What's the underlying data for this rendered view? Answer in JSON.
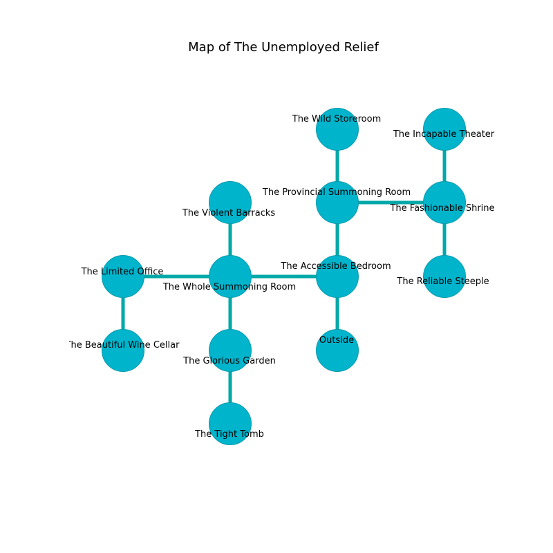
{
  "title": "Map of The Unemployed Relief",
  "colors": {
    "node_fill": "#00b4cc",
    "node_stroke": "#0a9aab",
    "edge": "#00a8a8",
    "background": "#ffffff",
    "text": "#000000"
  },
  "rooms": [
    {
      "id": "wild_storeroom",
      "name": "The Wild Storeroom"
    },
    {
      "id": "incapable_theater",
      "name": "The Incapable Theater"
    },
    {
      "id": "provincial_summoning_room",
      "name": "The Provincial Summoning Room"
    },
    {
      "id": "fashionable_shrine",
      "name": "The Fashionable Shrine"
    },
    {
      "id": "violent_barracks",
      "name": "The Violent Barracks"
    },
    {
      "id": "limited_office",
      "name": "The Limited Office"
    },
    {
      "id": "whole_summoning_room",
      "name": "The Whole Summoning Room"
    },
    {
      "id": "accessible_bedroom",
      "name": "The Accessible Bedroom"
    },
    {
      "id": "reliable_steeple",
      "name": "The Reliable Steeple"
    },
    {
      "id": "beautiful_wine_cellar",
      "name": "The Beautiful Wine Cellar"
    },
    {
      "id": "glorious_garden",
      "name": "The Glorious Garden"
    },
    {
      "id": "outside",
      "name": "Outside"
    },
    {
      "id": "tight_tomb",
      "name": "The Tight Tomb"
    }
  ],
  "connections": [
    [
      "wild_storeroom",
      "provincial_summoning_room"
    ],
    [
      "incapable_theater",
      "fashionable_shrine"
    ],
    [
      "provincial_summoning_room",
      "fashionable_shrine"
    ],
    [
      "provincial_summoning_room",
      "accessible_bedroom"
    ],
    [
      "fashionable_shrine",
      "reliable_steeple"
    ],
    [
      "violent_barracks",
      "whole_summoning_room"
    ],
    [
      "limited_office",
      "whole_summoning_room"
    ],
    [
      "limited_office",
      "beautiful_wine_cellar"
    ],
    [
      "whole_summoning_room",
      "accessible_bedroom"
    ],
    [
      "whole_summoning_room",
      "glorious_garden"
    ],
    [
      "accessible_bedroom",
      "outside"
    ],
    [
      "glorious_garden",
      "tight_tomb"
    ]
  ]
}
